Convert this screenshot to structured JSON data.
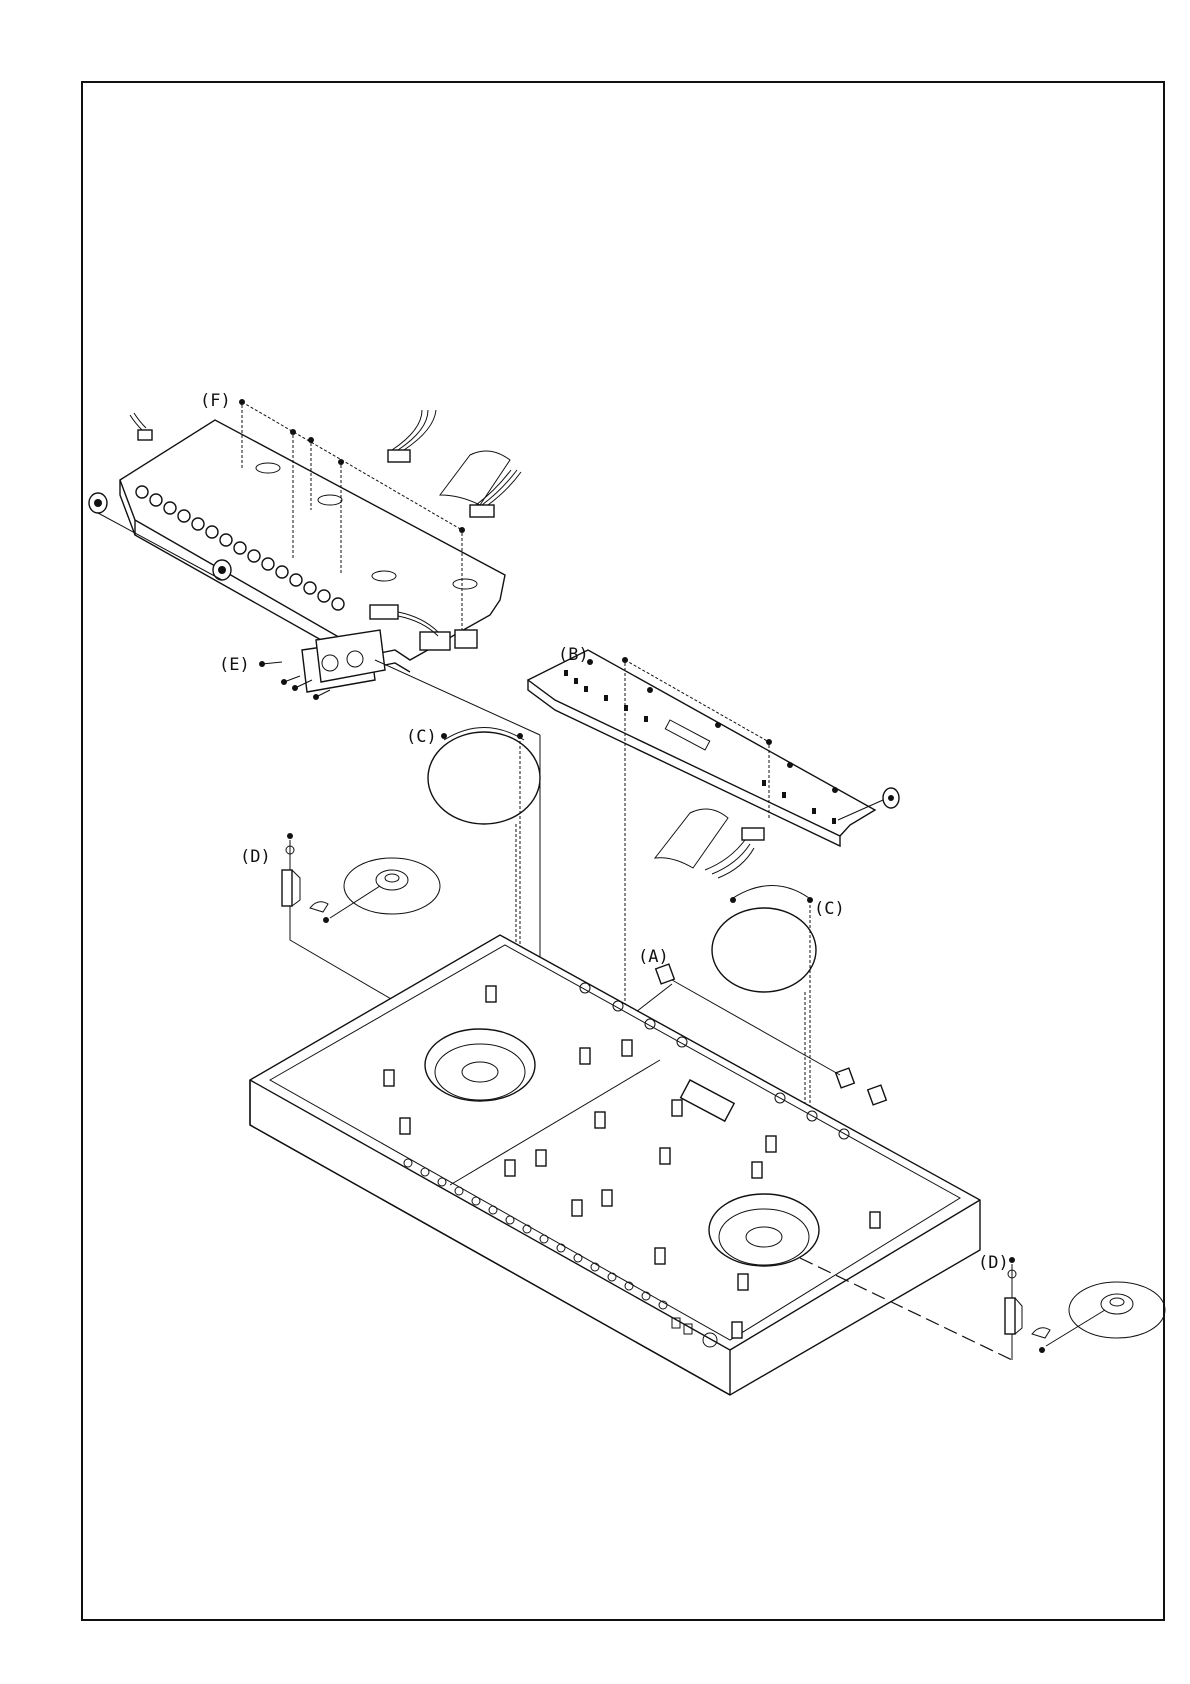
{
  "callouts": {
    "a": "(A)",
    "b": "(B)",
    "c_left": "(C)",
    "c_right": "(C)",
    "d_left": "(D)",
    "d_right": "(D)",
    "e": "(E)",
    "f": "(F)"
  }
}
